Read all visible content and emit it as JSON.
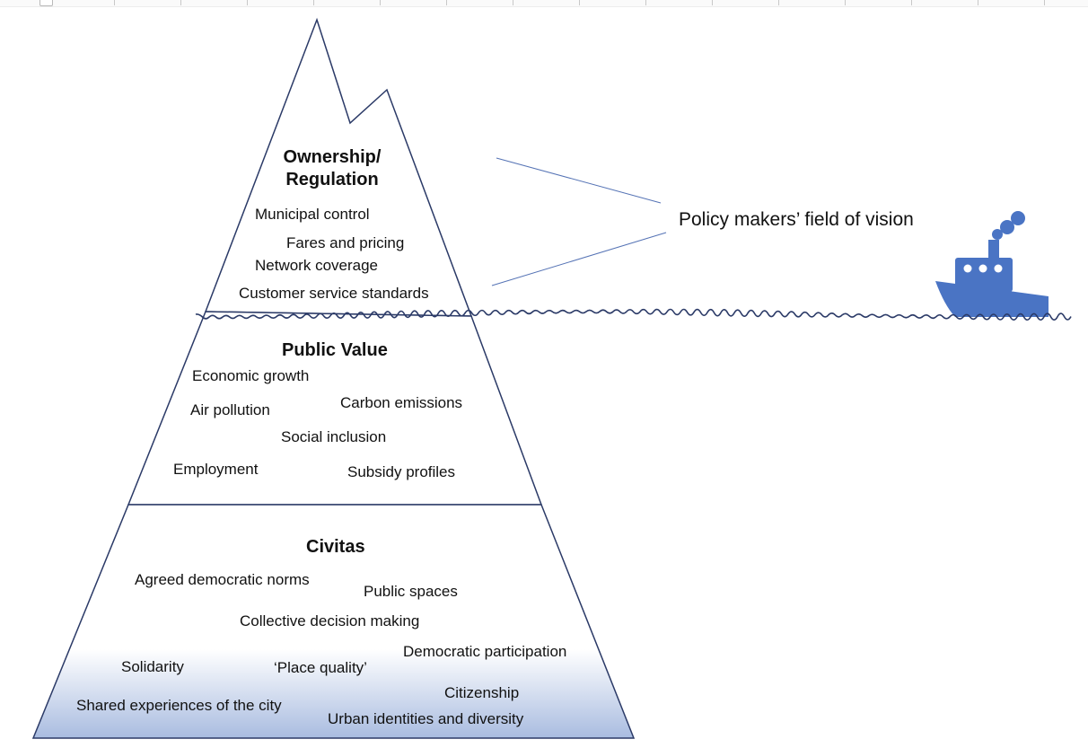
{
  "diagram": {
    "colors": {
      "outline": "#2b3a67",
      "gradient_top": "#ffffff",
      "gradient_bottom": "#a9bce0",
      "vision_line": "#5573b5",
      "ship": "#4a74c4",
      "wave": "#2b3a67"
    },
    "sections": {
      "ownership": {
        "title_line1": "Ownership/",
        "title_line2": "Regulation",
        "items": [
          "Municipal control",
          "Fares and pricing",
          "Network coverage",
          "Customer service standards"
        ]
      },
      "public_value": {
        "title": "Public Value",
        "items": [
          "Economic growth",
          "Air pollution",
          "Carbon emissions",
          "Social inclusion",
          "Employment",
          "Subsidy profiles"
        ]
      },
      "civitas": {
        "title": "Civitas",
        "items": [
          "Agreed democratic norms",
          "Public spaces",
          "Collective decision making",
          "Democratic participation",
          "Solidarity",
          "‘Place quality’",
          "Citizenship",
          "Shared experiences of the city",
          "Urban identities and diversity"
        ]
      }
    },
    "vision_label": "Policy makers’ field of vision",
    "icons": [
      "ship-icon"
    ]
  }
}
